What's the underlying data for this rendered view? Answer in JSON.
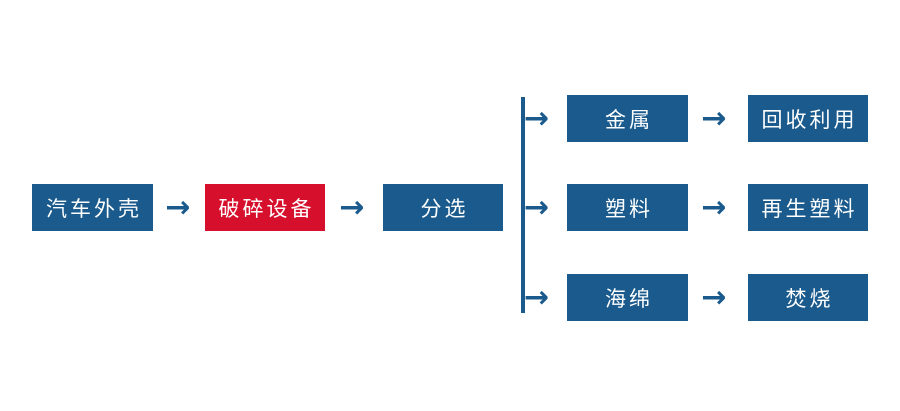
{
  "colors": {
    "primary_blue": "#1a5a8c",
    "highlight_red": "#d6102c",
    "text_white": "#ffffff",
    "background": "#ffffff"
  },
  "flow": {
    "arrow_glyph": "→",
    "main": [
      {
        "label": "汽车外壳",
        "style": "blue"
      },
      {
        "label": "破碎设备",
        "style": "red"
      },
      {
        "label": "分选",
        "style": "blue"
      }
    ],
    "branches": [
      {
        "category": "金属",
        "result": "回收利用"
      },
      {
        "category": "塑料",
        "result": "再生塑料"
      },
      {
        "category": "海绵",
        "result": "焚烧"
      }
    ]
  }
}
